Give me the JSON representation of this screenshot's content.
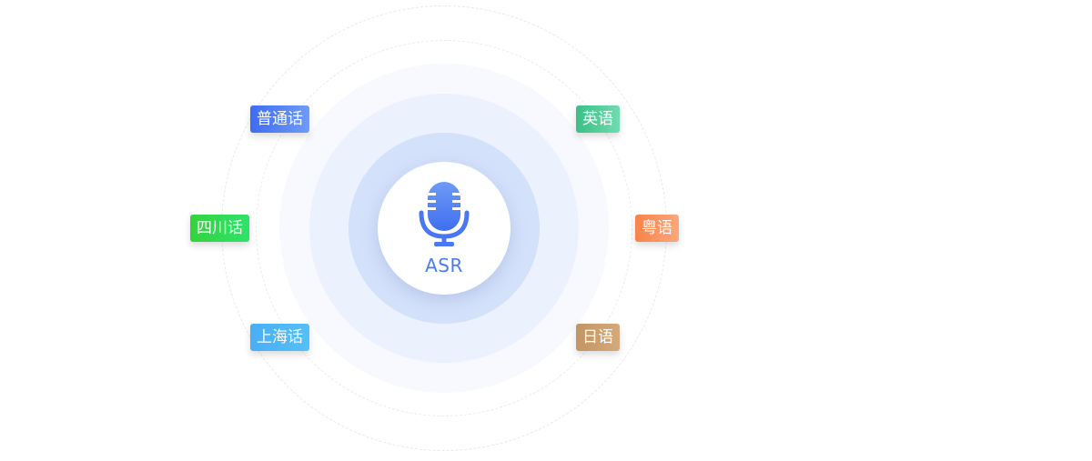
{
  "center": {
    "label": "ASR",
    "icon": "microphone-icon"
  },
  "languages": [
    {
      "label": "普通话"
    },
    {
      "label": "英语"
    },
    {
      "label": "四川话"
    },
    {
      "label": "粤语"
    },
    {
      "label": "上海话"
    },
    {
      "label": "日语"
    }
  ],
  "colors": {
    "accent": "#4b7bf0",
    "putonghua": "#3f6cf0",
    "english": "#3bbf86",
    "sichuan": "#35d23f",
    "cantonese": "#f7834a",
    "shanghai": "#4aaef5",
    "japanese": "#c29565"
  }
}
